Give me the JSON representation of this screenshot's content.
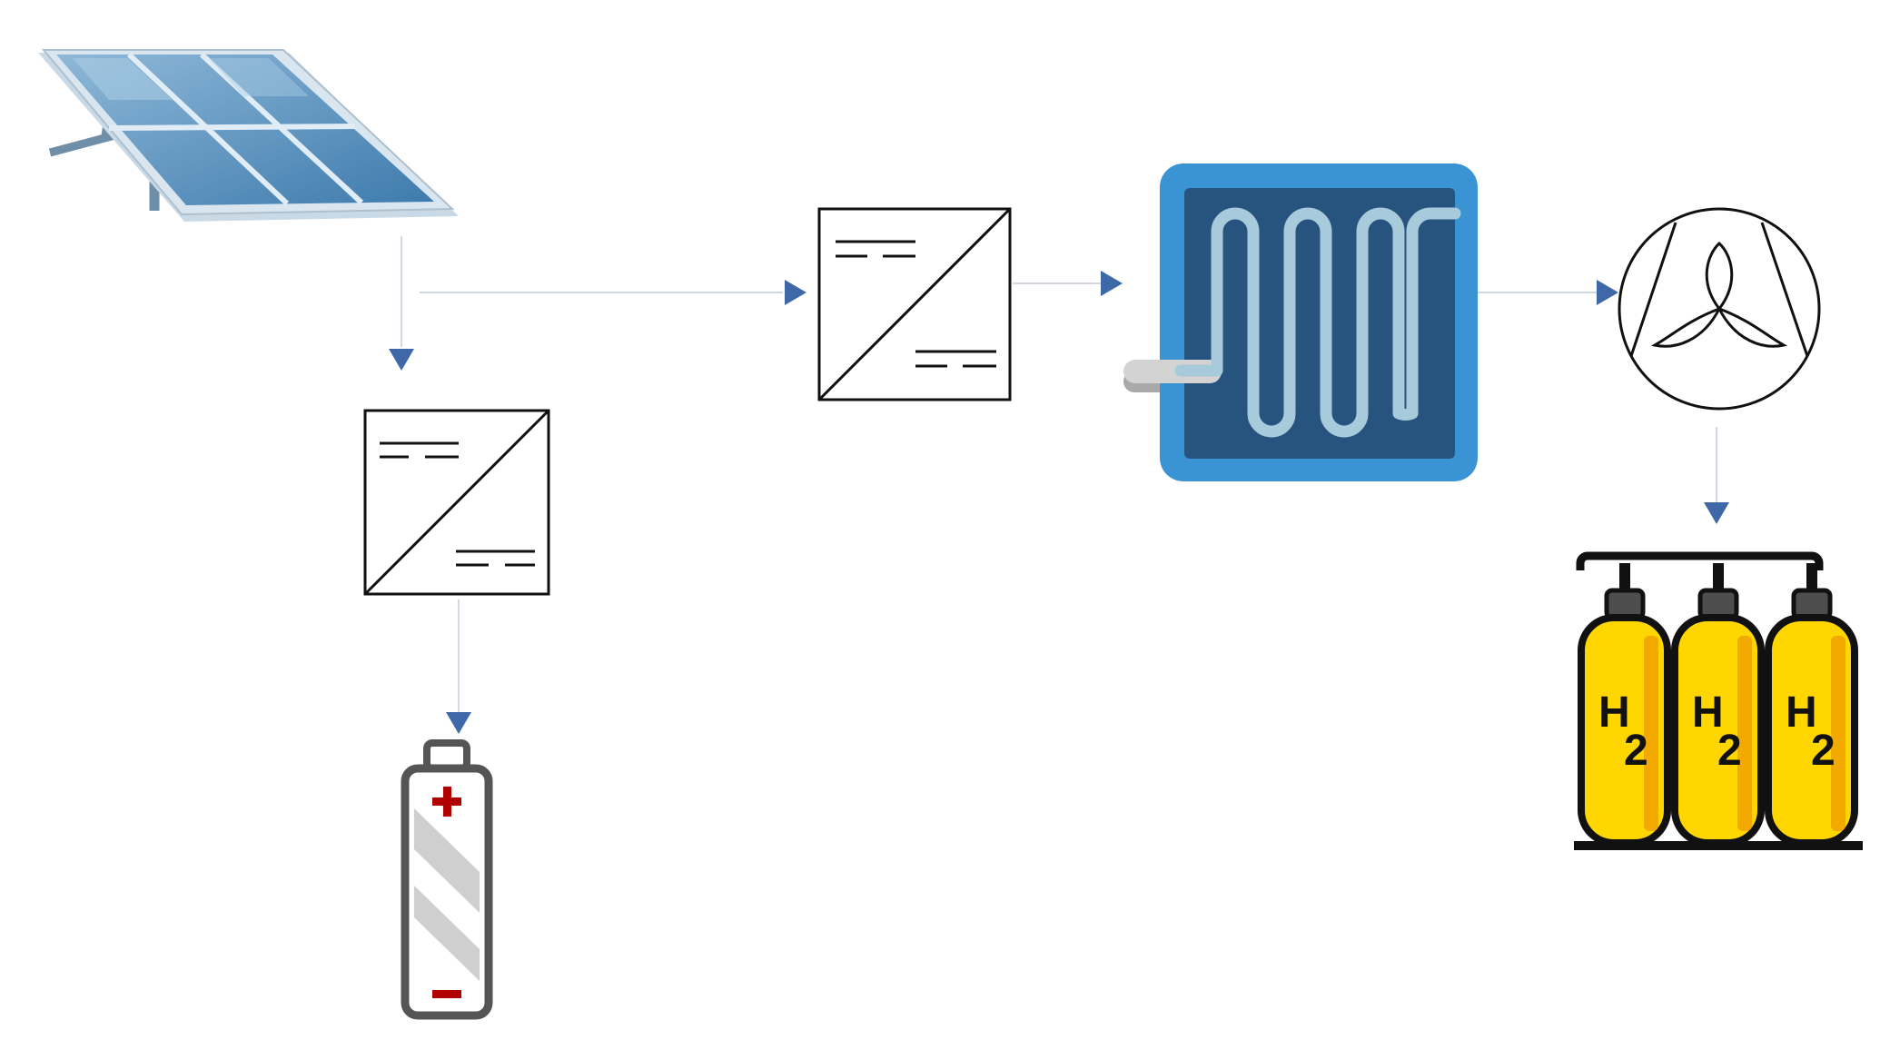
{
  "diagram": {
    "components": [
      {
        "id": "solar_panel",
        "icon": "solar-panel-icon"
      },
      {
        "id": "dc_dc_converter_battery",
        "icon": "dc-dc-converter-icon"
      },
      {
        "id": "battery",
        "icon": "battery-icon"
      },
      {
        "id": "dc_dc_converter_electrolyzer",
        "icon": "dc-dc-converter-icon"
      },
      {
        "id": "electrolyzer",
        "icon": "electrolyzer-icon"
      },
      {
        "id": "compressor",
        "icon": "compressor-icon"
      },
      {
        "id": "hydrogen_storage",
        "icon": "hydrogen-tanks-icon"
      }
    ],
    "connections": [
      {
        "from": "solar_panel",
        "to": "dc_dc_converter_battery"
      },
      {
        "from": "dc_dc_converter_battery",
        "to": "battery"
      },
      {
        "from": "solar_panel",
        "to": "dc_dc_converter_electrolyzer"
      },
      {
        "from": "dc_dc_converter_electrolyzer",
        "to": "electrolyzer"
      },
      {
        "from": "electrolyzer",
        "to": "compressor"
      },
      {
        "from": "compressor",
        "to": "hydrogen_storage"
      }
    ],
    "tank_labels": {
      "element": "H",
      "subscript": "2"
    },
    "colors": {
      "arrow": "#3f68a8",
      "electrolyzer_frame": "#3a94d4",
      "electrolyzer_core": "#27547f",
      "tank_fill": "#ffd600",
      "battery_terminal": "#b00000"
    }
  }
}
